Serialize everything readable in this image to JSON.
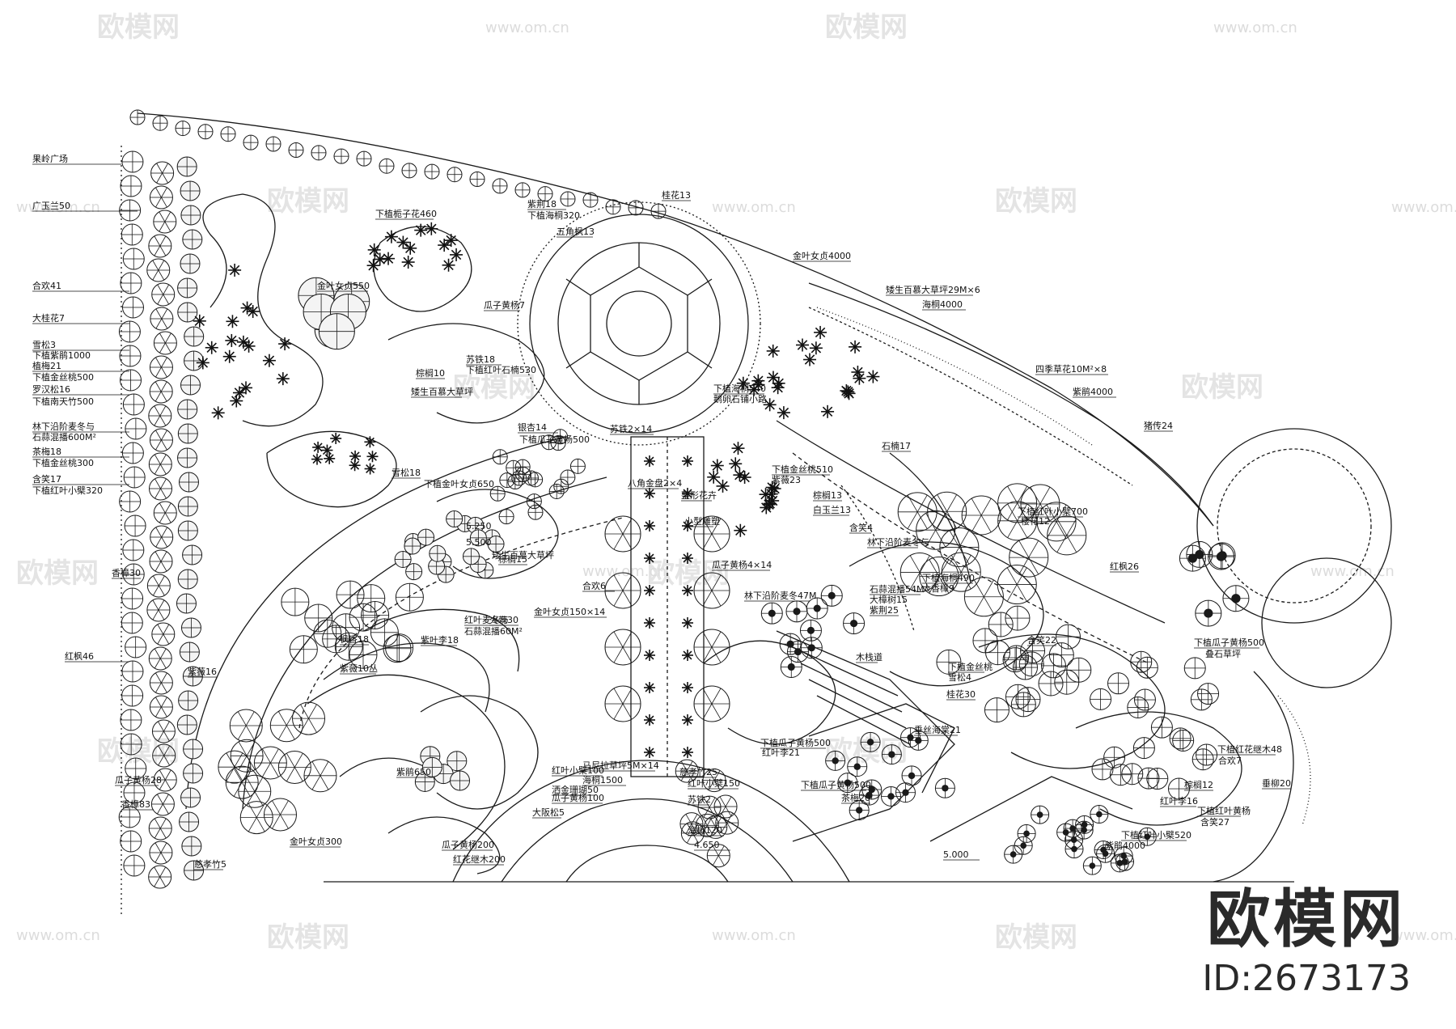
{
  "watermark": {
    "logo_text": "欧模网",
    "url": "www.om.cn",
    "url_short": "om.cn"
  },
  "brand": {
    "logo": "欧模网",
    "id": "ID:2673173"
  },
  "labels": [
    "果岭广场",
    "广玉兰50",
    "合欢41",
    "大桂花7",
    "雪松3",
    "下植紫鹃1000",
    "植梅21",
    "下植金丝桃500",
    "罗汉松16",
    "下植南天竹500",
    "林下沿阶麦冬与",
    "石蒜混播600M²",
    "茶梅18",
    "下植金丝桃300",
    "含笑17",
    "下植红叶小檗320",
    "香樟30",
    "红枫46",
    "瓜子黄杨28",
    "香樟83",
    "慈孝竹5",
    "桂花13",
    "下植栀子花460",
    "紫荆18",
    "下植海桐320",
    "五角枫13",
    "金叶女贞550",
    "瓜子黄杨7",
    "苏铁18",
    "下植红叶石楠530",
    "棕榈10",
    "矮生百慕大草坪",
    "银杏14",
    "下植瓜子黄杨500",
    "苏铁2×14",
    "八角金盘2×4",
    "雪松18",
    "下植金叶女贞650",
    "整形花卉",
    "小型雕塑",
    "瓜子黄杨4×14",
    "棕榈15",
    "合欢6",
    "火棘30",
    "金叶女贞150×14",
    "枫香18",
    "紫薇16",
    "紫叶李18",
    "红叶麦冬与",
    "石蒜混播60M²",
    "紫薇10丛",
    "紫鹃650",
    "马尼拉草坪5M×14",
    "海桐1500",
    "红叶小檗100",
    "洒金珊瑚50",
    "瓜子黄杨100",
    "大阪松5",
    "瓜子黄杨200",
    "红花继木200",
    "金叶女贞300",
    "红叶小檗150",
    "苏铁2",
    "海桐120",
    "4.650",
    "慈孝竹25",
    "金叶女贞4000",
    "矮生百慕大草坪29M×6",
    "海桐4000",
    "四季草花10M²×8",
    "紫鹃4000",
    "猪传24",
    "下植海桐540",
    "鹅卵石铺小路",
    "石楠17",
    "下植金丝桃510",
    "紫薇23",
    "棕榈13",
    "白玉兰13",
    "含笑4",
    "林下沿阶麦冬与",
    "石蒜混播54M",
    "大樟树15",
    "紫荆25",
    "下植海桐490",
    "大香樟9",
    "林下沿阶麦冬47M",
    "含笑22",
    "下植红叶小檗700",
    "樱花12",
    "红枫26",
    "下植瓜子黄杨500",
    "叠石草坪",
    "木栈道",
    "垂丝海棠21",
    "下植瓜子黄杨500",
    "红叶李21",
    "下植瓜子黄杨500",
    "茶梅20",
    "下植金丝桃",
    "雪松4",
    "桂花30",
    "下植红花继木48",
    "合欢7",
    "棕榈12",
    "红叶李16",
    "下植红叶黄杨",
    "含笑27",
    "下植红叶小檗520",
    "紫鹃4000",
    "垂柳20",
    "5.000",
    "5.250",
    "5.500",
    "矮生百慕大草坪"
  ]
}
